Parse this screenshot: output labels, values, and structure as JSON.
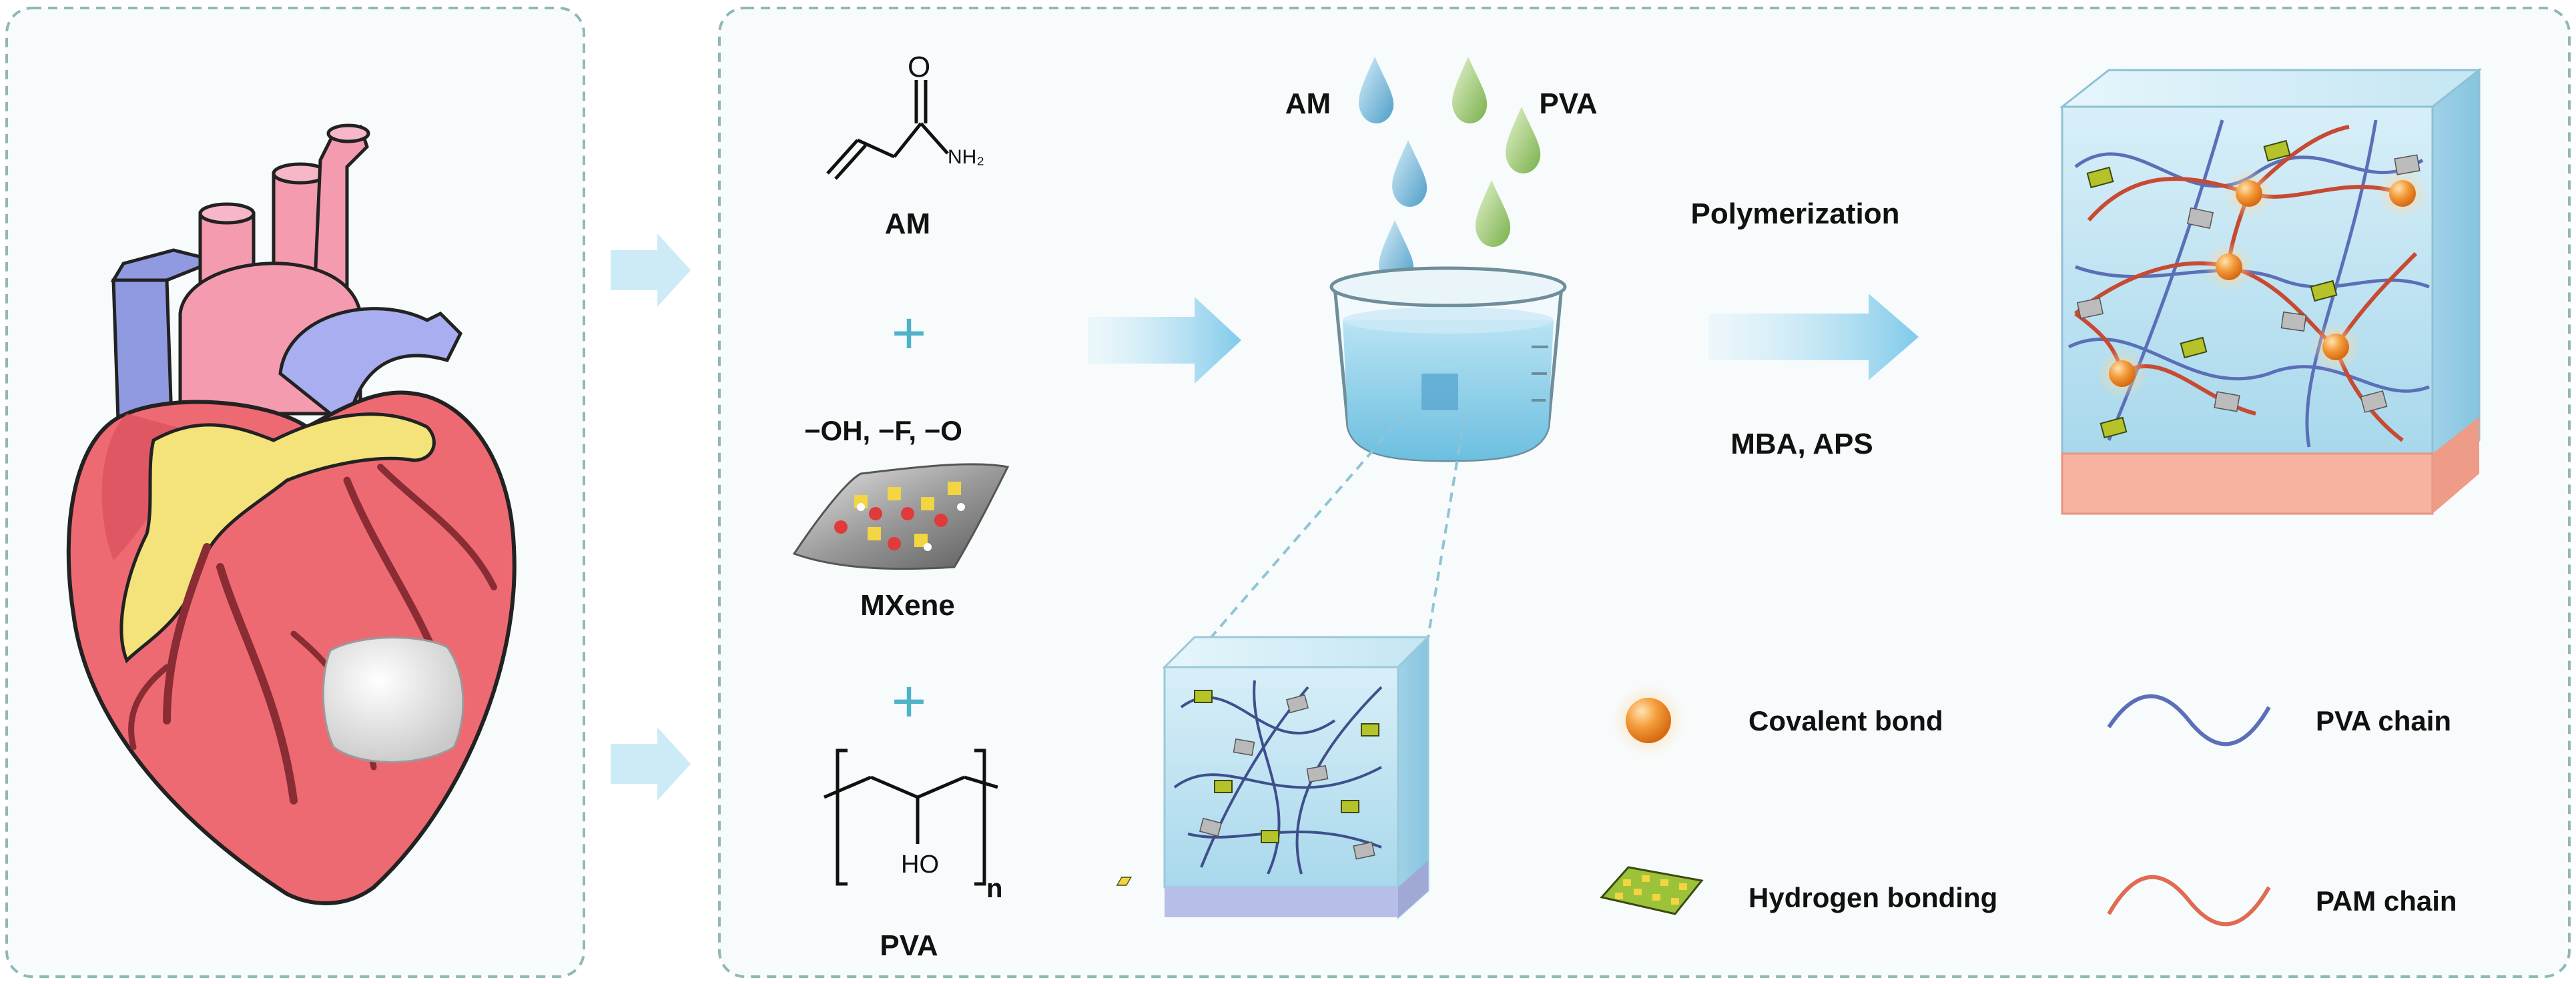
{
  "reagents": {
    "am": "AM",
    "nh2": "NH₂",
    "o_atom": "O",
    "plus": "+",
    "functional_groups": "−OH, −F, −O",
    "mxene": "MXene",
    "pva": "PVA",
    "pva_ho": "HO",
    "pva_n": "n"
  },
  "beaker": {
    "drop_label_am": "AM",
    "drop_label_pva": "PVA"
  },
  "reaction": {
    "above_arrow": "Polymerization",
    "below_arrow": "MBA, APS"
  },
  "legend": {
    "covalent": "Covalent bond",
    "hbond": "Hydrogen bonding",
    "pva_chain": "PVA chain",
    "pam_chain": "PAM chain"
  },
  "colors": {
    "panel_border": "#8fb8b8",
    "panel_fill": "#f7fbfc",
    "arrow": "#8fd1ee",
    "pva_chain": "#5b6fb8",
    "pam_chain": "#d8553f",
    "covalent": "#f08a2c",
    "hbond": "#9cc23a",
    "hydrogel": "#bfe3f0",
    "base_pink": "#f7b2a0",
    "base_lavender": "#b7bfe8",
    "plus": "#4fb3c8"
  }
}
